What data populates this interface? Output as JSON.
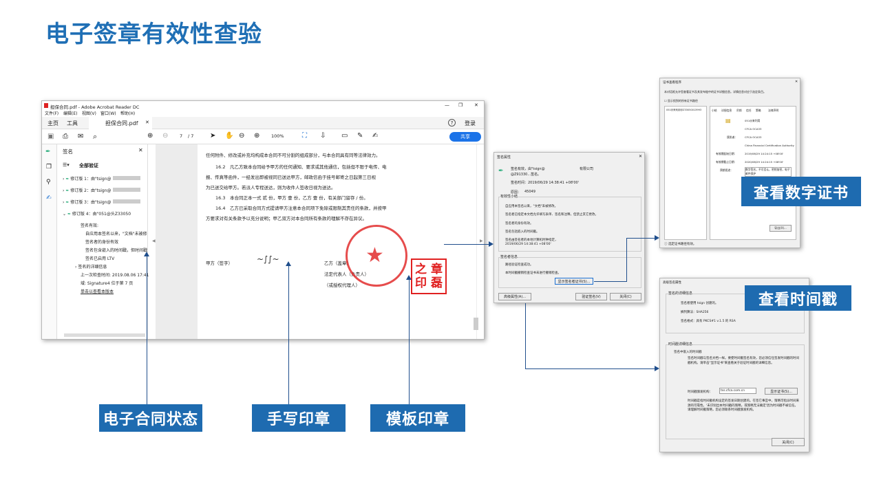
{
  "page": {
    "title": "电子签章有效性查验"
  },
  "labels": {
    "status": "电子合同状态",
    "handwrite": "手写印章",
    "template": "模板印章",
    "cert": "查看数字证书",
    "timestamp": "查看时间戳"
  },
  "acrobat": {
    "window_title": "担保合同.pdf - Adobe Acrobat Reader DC",
    "menu": [
      "文件(F)",
      "编辑(E)",
      "视图(V)",
      "窗口(W)",
      "帮助(H)"
    ],
    "tabs": {
      "home": "主页",
      "tools": "工具",
      "doc": "担保合同.pdf",
      "login": "登录"
    },
    "page_num": "7",
    "page_total": "/ 7",
    "zoom": "100%",
    "share": "共享",
    "panel": {
      "title": "签名",
      "verify_all": "全部验证",
      "revisions": [
        "修订版 1：由\"tsign@",
        "修订版 2：由\"tsign@",
        "修订版 3：由\"tsign@",
        "修订版 4：由\"051@头"
      ],
      "rev4_suffix": "Z33050",
      "details": [
        "签名有效:",
        "自应用本签名以来，\"文档\"未被修",
        "签名者的身份有效",
        "签名包含嵌入的时间戳，但时间戳",
        "签名已启用 LTV"
      ],
      "detail_info": "签名的详细信息",
      "last_check": "上一次检查时间: 2019.08.06 17:41",
      "field": "域: Signature4 位于第 7 页",
      "view_version": "单击以查看本版本"
    },
    "doc_lines": [
      "任何附件、修改或补充均构成本合同不可分割的组成部分，与本合同具有同等法律效力。",
      "16.2　凡乙方致本合同给予甲方的任何通知、要求或其他通信，包括但不限于电传、电",
      "报、传真等函件，一经发出即被视同已送达甲方，邮政信函于挂号邮寄之日起第三日视",
      "为已送交给甲方。若派人专程送达，则为收件人签收日视为送达。",
      "16.3　本合同正本一式 贰 份，甲方 壹 份，乙方 壹 份，有关部门留存 / 份。",
      "16.4　乙方已采取合同方式提请甲方注意本合同项下免除或限制其责任的条款，并按甲",
      "方要求对有关条款予以充分说明；甲乙双方对本合同所有条款的理解不存在异议。"
    ],
    "party_a": "甲方（签字）",
    "party_b": "乙方（盖章）",
    "rep": "法定代表人（负责人）",
    "agent": "（或授权代理人）",
    "seal_text": "之印",
    "seal_text2": "章磊"
  },
  "sigprops": {
    "title": "签名属性",
    "line1": "签名有效，由\"tsign@",
    "line1b": "有限公司",
    "line2": "@Z91330...签名。",
    "time": "签名时间：2019/06/29 14:38:41 +08'00'",
    "reason": "原因：",
    "reason_v": "45049",
    "summary": "有效性小结",
    "items": [
      "自应用本签名以来，\"文档\"未被修改。",
      "签名者已指定本文档允许填写表单、签名和注释，但禁止其它更改。",
      "签名者的身份有效。",
      "签名包括嵌入的时间戳。",
      "签名由签名者的本地计算机时钟指定，",
      "2019/06/29 14:38:41 +08'00'"
    ],
    "signer_info": "签名者信息",
    "signer_items": [
      "路径验证检查成功。",
      "本时间戳撤销检查证书未进行撤销检查。"
    ],
    "btn_cert": "显示签名者证书(S)...",
    "btn_adv": "高级属性(A)...",
    "btn_verify": "验证签名(V)",
    "btn_close": "关闭(C)"
  },
  "certview": {
    "title": "证书查看程序",
    "desc": "本对话框允许您查看证书及其发布链中的证书详细信息。详情信息对应于选定条目。",
    "checkbox": "显示找到的所有证书路径",
    "tabs": [
      "小结",
      "详细信息",
      "吊销",
      "信任",
      "策略",
      "法律声明"
    ],
    "list_item": "051@来利用@Z33050013993",
    "fields": [
      [
        "颁发者：",
        "CFCA OCA33"
      ],
      [
        "",
        "China Financial Certification Authority"
      ],
      [
        "有效期起始日期：",
        "2019/06/29 14:24:15 +08'00'"
      ],
      [
        "有效期截止日期：",
        "2020/06/29 14:24:15 +08'00'"
      ],
      [
        "预期用途：",
        "数字签名，不可否认，密钥加密，电子邮件保护"
      ]
    ],
    "name_v": "051@来利用",
    "cn_v": "CFCA OCA33",
    "export": "导出(X)...",
    "footer": "选定证书路径有效。"
  },
  "tsprops": {
    "title": "高级签名属性",
    "section1": "签名的详细信息",
    "signer": "签名者使用 tsign 创建的。",
    "hash": "摘列算法：SHA256",
    "format": "签名格式：具有 PKCS#1 v.1.5 的 RSA",
    "section2": "时间戳详细信息",
    "embedded": "签名中嵌入的时间戳",
    "desc": "签名时间戳与签名文档一样。要使时间戳签名有效，您必须信任签发时间戳的时间戳机构。请单击\"显示证书\"来查看关于验证时间戳的详细信息。",
    "issuer_label": "时间戳颁发机构：",
    "issuer": "tss.cfca.com.cn",
    "btn_show": "显示证书(S)...",
    "desc2": "时间戳是指时间戳机构设定的签发日期创建的。在签它事宜中，策略可指派时间来源的可靠性。'未识别出本时间戳的策略，或策略无法确定'因为时间戳不被信任。请理解时间戳策略，您必须联系时间戳颁发机构。",
    "btn_close": "关闭(C)"
  }
}
